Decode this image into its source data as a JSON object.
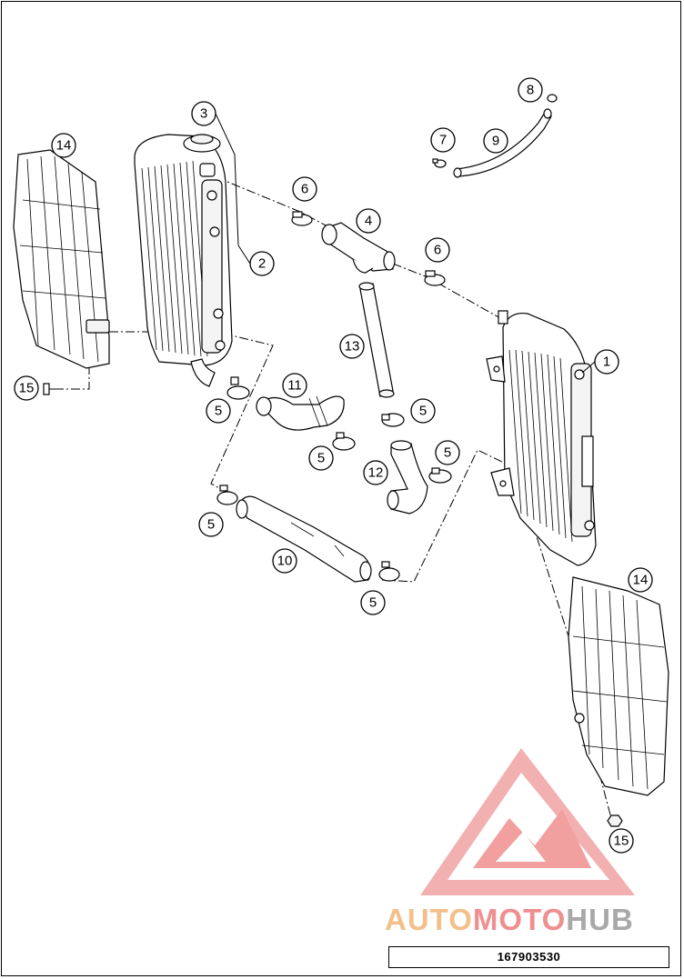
{
  "diagram": {
    "callouts": [
      "1",
      "2",
      "3",
      "4",
      "5",
      "5",
      "5",
      "5",
      "5",
      "5",
      "6",
      "6",
      "7",
      "8",
      "9",
      "10",
      "11",
      "12",
      "13",
      "14",
      "14",
      "15",
      "15"
    ],
    "drawing_number": "167903530"
  },
  "watermark": {
    "brand_part1": "AUTO",
    "brand_part2": "MOTO",
    "brand_part3": "HUB",
    "colors": {
      "orange": "#f3c08a",
      "red": "#ef8f8f",
      "gray": "#a9a9a9"
    }
  }
}
